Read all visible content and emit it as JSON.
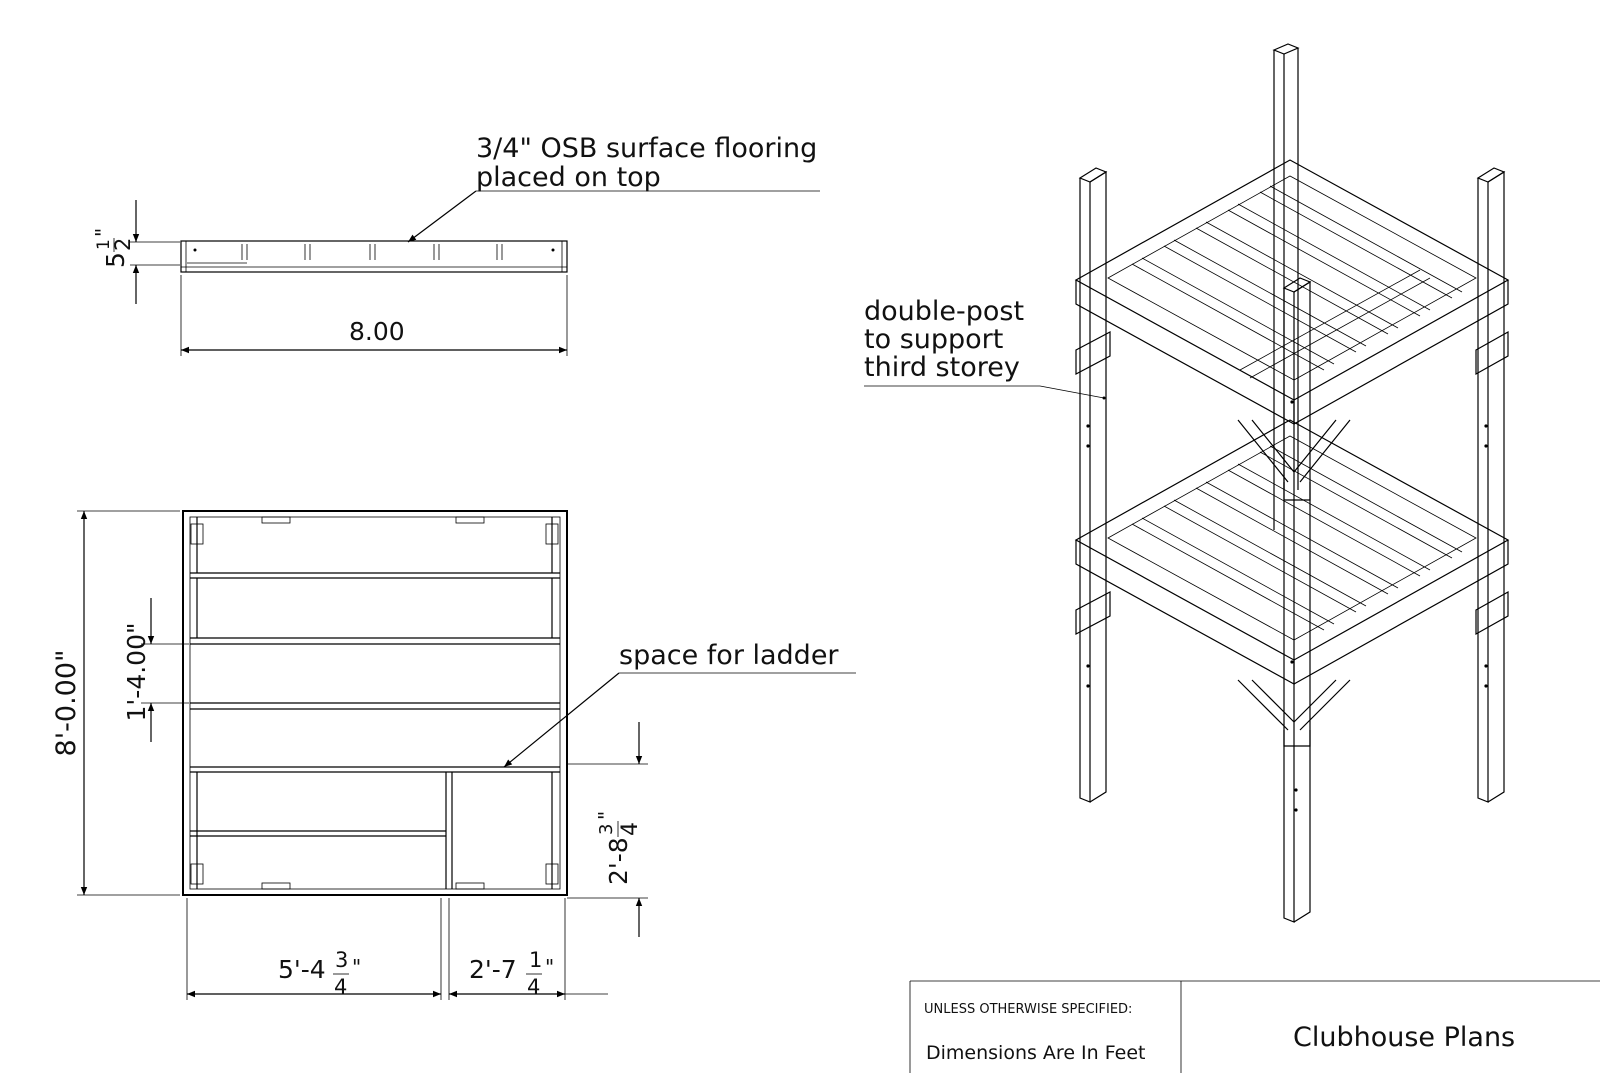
{
  "notes": {
    "osb_line1": "3/4\" OSB surface flooring",
    "osb_line2": "placed on top",
    "post_line1": "double-post",
    "post_line2": "to support",
    "post_line3": "third storey",
    "ladder": "space for ladder"
  },
  "dimensions": {
    "frame_height_whole": "5",
    "frame_height_num": "1",
    "frame_height_den": "2",
    "frame_height_unit": "\"",
    "side_length": "8.00",
    "overall": "8'-0.00\"",
    "joist_spacing": "1'-4.00\"",
    "ladder_depth_whole": "2'-8",
    "ladder_depth_num": "3",
    "ladder_depth_den": "4",
    "ladder_depth_unit": "\"",
    "left_width_whole": "5'-4",
    "left_width_num": "3",
    "left_width_den": "4",
    "left_width_unit": "\"",
    "ladder_width_whole": "2'-7",
    "ladder_width_num": "1",
    "ladder_width_den": "4",
    "ladder_width_unit": "\""
  },
  "title_block": {
    "spec_label": "UNLESS OTHERWISE SPECIFIED:",
    "units_note": "Dimensions Are In Feet",
    "title": "Clubhouse Plans"
  }
}
